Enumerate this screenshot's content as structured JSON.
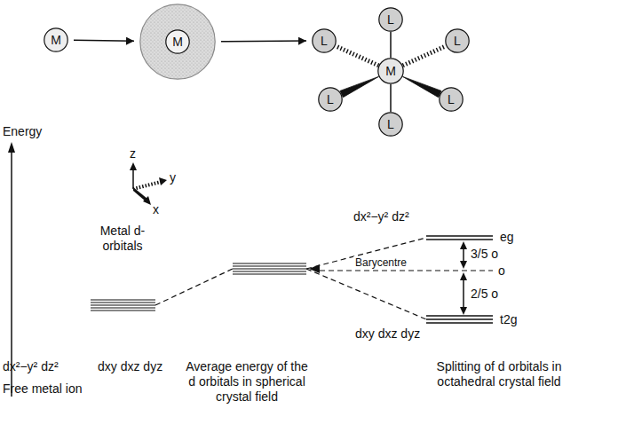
{
  "diagram": {
    "nodes": [
      {
        "text": [
          "M"
        ]
      },
      {
        "text": []
      },
      {
        "text": [
          "M"
        ],
        "in": 1
      },
      {
        "text": [
          "L"
        ]
      },
      {
        "text": [
          "L"
        ]
      },
      {
        "text": [
          "L"
        ]
      },
      {
        "text": [
          "M"
        ]
      },
      {
        "text": [
          "L"
        ]
      },
      {
        "text": [
          "L"
        ]
      },
      {
        "text": [
          "L"
        ]
      }
    ],
    "edges": [
      {
        "from": 0,
        "to": 1,
        "arrow": "to"
      },
      {
        "from": 1,
        "to": 4,
        "arrow": "to"
      },
      {
        "from": 6,
        "to": 3,
        "arrow": "none"
      },
      {
        "from": 6,
        "to": 4,
        "arrow": "none"
      },
      {
        "from": 6,
        "to": 5,
        "arrow": "none"
      },
      {
        "from": 6,
        "to": 7,
        "arrow": "none"
      },
      {
        "from": 6,
        "to": 8,
        "arrow": "none"
      },
      {
        "from": 6,
        "to": 9,
        "arrow": "none"
      }
    ],
    "labels": [
      "Energy",
      "z",
      "y",
      "x",
      "Metal d-orbitals",
      "dx²−y² dz²",
      "dxy dxz dyz",
      "Free metal ion",
      "Average energy of the d orbitals in spherical crystal field",
      "dx²−y² dz²",
      "Barycentre",
      "dxy dxz dyz",
      "eg",
      "3/5 o",
      "o",
      "2/5 o",
      "t2g",
      "Splitting of d orbitals in octahedral crystal field"
    ]
  }
}
